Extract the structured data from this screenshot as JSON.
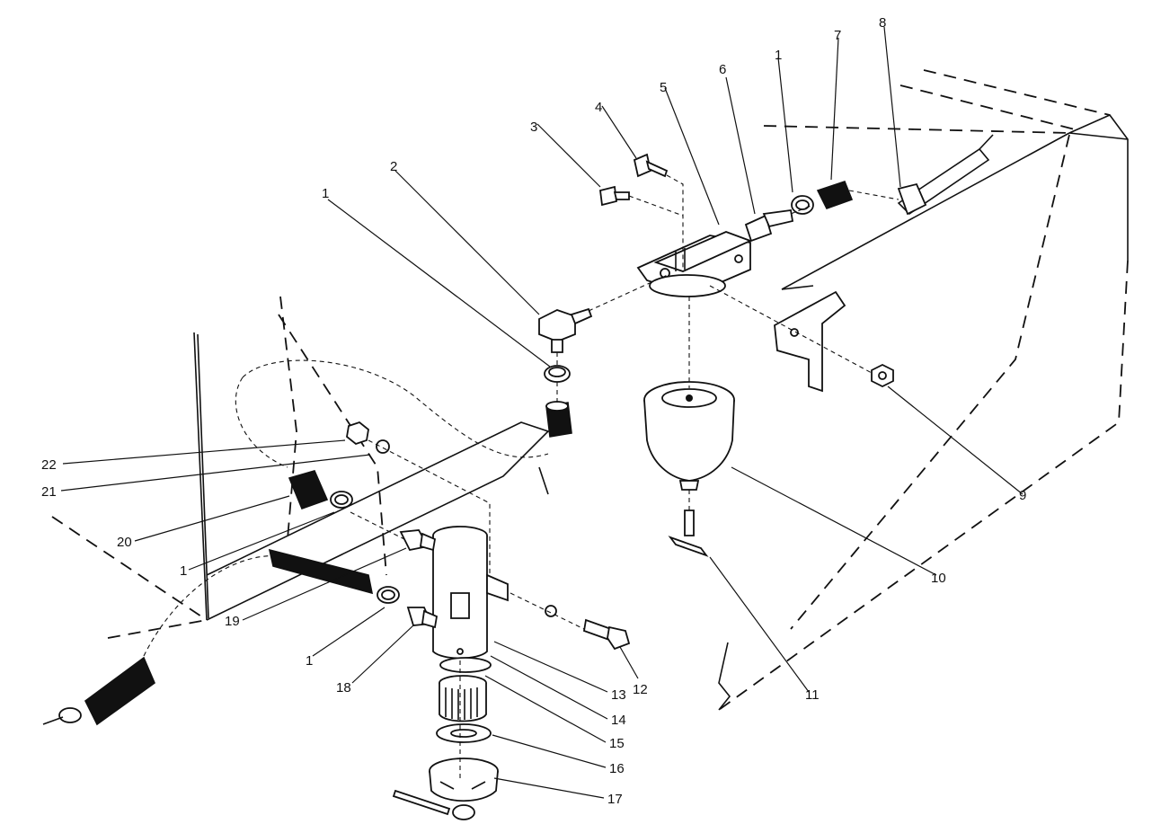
{
  "callouts": [
    {
      "id": "c1",
      "label": "1"
    },
    {
      "id": "c2",
      "label": "2"
    },
    {
      "id": "c3",
      "label": "3"
    },
    {
      "id": "c4",
      "label": "4"
    },
    {
      "id": "c5",
      "label": "5"
    },
    {
      "id": "c6",
      "label": "6"
    },
    {
      "id": "c1b",
      "label": "1"
    },
    {
      "id": "c7",
      "label": "7"
    },
    {
      "id": "c8",
      "label": "8"
    },
    {
      "id": "c9",
      "label": "9"
    },
    {
      "id": "c10",
      "label": "10"
    },
    {
      "id": "c11",
      "label": "11"
    },
    {
      "id": "c12",
      "label": "12"
    },
    {
      "id": "c13",
      "label": "13"
    },
    {
      "id": "c14",
      "label": "14"
    },
    {
      "id": "c15",
      "label": "15"
    },
    {
      "id": "c16",
      "label": "16"
    },
    {
      "id": "c17",
      "label": "17"
    },
    {
      "id": "c18",
      "label": "18"
    },
    {
      "id": "c1c",
      "label": "1"
    },
    {
      "id": "c19",
      "label": "19"
    },
    {
      "id": "c1d",
      "label": "1"
    },
    {
      "id": "c20",
      "label": "20"
    },
    {
      "id": "c21",
      "label": "21"
    },
    {
      "id": "c22",
      "label": "22"
    }
  ]
}
